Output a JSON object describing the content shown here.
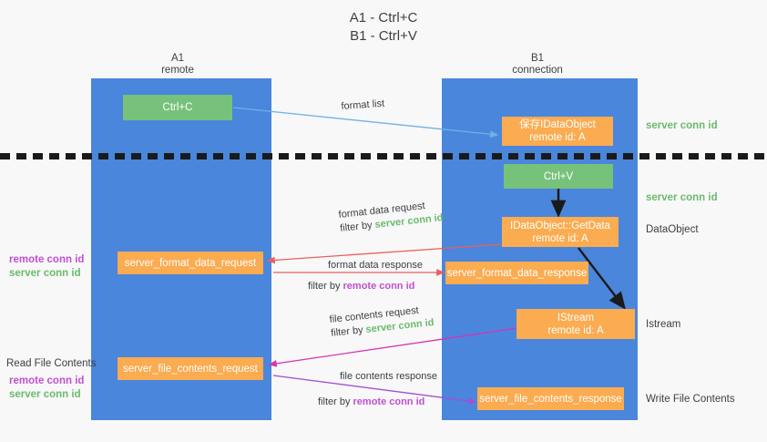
{
  "title": "A1 - Ctrl+C\nB1 - Ctrl+V",
  "colors": {
    "lane": "#4a86dc",
    "green_box": "#77c27b",
    "orange_box": "#fbab50",
    "server_conn_id": "#6aba6e",
    "remote_conn_id": "#c14fd4",
    "arrow_blue": "#6fb0e8",
    "arrow_red": "#e8605d",
    "arrow_magenta": "#d633b5",
    "arrow_purple": "#a24fd4",
    "arrow_black": "#1a1a1a",
    "background": "#f8f8f8"
  },
  "columns": [
    {
      "name": "a1",
      "title": "A1",
      "subtitle": "remote",
      "header": "A1\nremote"
    },
    {
      "name": "b1",
      "title": "B1",
      "subtitle": "connection",
      "header": "B1\nconnection"
    }
  ],
  "nodes": [
    {
      "id": "ctrl-c",
      "label": "Ctrl+C",
      "color": "green"
    },
    {
      "id": "save-idataobject",
      "label": "保存IDataObject\nremote id: A",
      "color": "orange"
    },
    {
      "id": "ctrl-v",
      "label": "Ctrl+V",
      "color": "green"
    },
    {
      "id": "idataobject-getdata",
      "label": "IDataObject::GetData\nremote id: A",
      "color": "orange"
    },
    {
      "id": "server-format-data-request",
      "label": "server_format_data_request",
      "color": "orange"
    },
    {
      "id": "server-format-data-response",
      "label": "server_format_data_response",
      "color": "orange"
    },
    {
      "id": "istream",
      "label": "IStream\nremote id: A",
      "color": "orange"
    },
    {
      "id": "server-file-contents-request",
      "label": "server_file_contents_request",
      "color": "orange"
    },
    {
      "id": "server-file-contents-response",
      "label": "server_file_contents_response",
      "color": "orange"
    }
  ],
  "edge_labels": [
    {
      "id": "format-list",
      "line1": "format list",
      "line2": "",
      "filter_prefix": "",
      "filter_value": ""
    },
    {
      "id": "format-data-request",
      "line1": "format data request",
      "line2_prefix": "filter by ",
      "line2_value": "server conn id",
      "value_color": "server"
    },
    {
      "id": "format-data-response",
      "line1": "format data response",
      "line2_prefix": "filter by ",
      "line2_value": "remote conn id",
      "value_color": "remote"
    },
    {
      "id": "file-contents-request",
      "line1": "file contents request",
      "line2_prefix": "filter by ",
      "line2_value": "server conn id",
      "value_color": "server"
    },
    {
      "id": "file-contents-response",
      "line1": "file contents response",
      "line2_prefix": "filter by ",
      "line2_value": "remote conn id",
      "value_color": "remote"
    }
  ],
  "annotations": {
    "right": [
      {
        "id": "server-conn-id-top",
        "text": "server conn id",
        "style": "server"
      },
      {
        "id": "server-conn-id-second",
        "text": "server conn id",
        "style": "server"
      },
      {
        "id": "dataobject",
        "text": "DataObject",
        "style": "plain"
      },
      {
        "id": "istream-label",
        "text": "Istream",
        "style": "plain"
      },
      {
        "id": "write-file-contents",
        "text": "Write File Contents",
        "style": "plain"
      }
    ],
    "left": [
      {
        "id": "remote-conn-id-mid",
        "text": "remote conn id",
        "style": "remote"
      },
      {
        "id": "server-conn-id-mid",
        "text": "server conn id",
        "style": "server"
      },
      {
        "id": "read-file-contents",
        "text": "Read File Contents",
        "style": "plain"
      },
      {
        "id": "remote-conn-id-bottom",
        "text": "remote conn id",
        "style": "remote"
      },
      {
        "id": "server-conn-id-bottom",
        "text": "server conn id",
        "style": "server"
      }
    ]
  }
}
